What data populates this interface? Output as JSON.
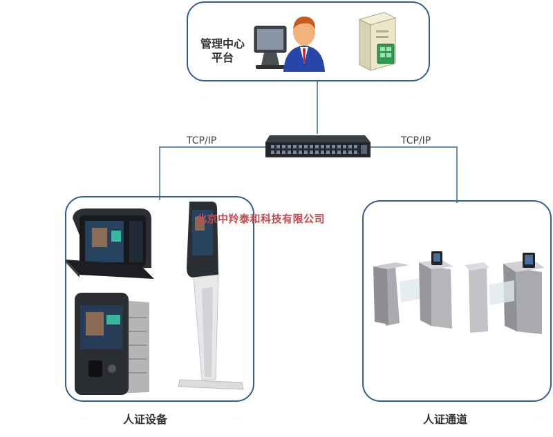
{
  "management": {
    "line1": "管理中心",
    "line2": "平台"
  },
  "links": {
    "left": "TCP/IP",
    "right": "TCP/IP"
  },
  "watermark": "北京中羚泰和科技有限公司",
  "groups": {
    "devices": "人证设备",
    "channel": "人证通道"
  },
  "icons": {
    "person": "user-at-computer-icon",
    "server": "database-server-icon",
    "switch": "network-switch-icon"
  },
  "colors": {
    "frame": "#2f5e8e",
    "link": "#6a8fb5",
    "watermark": "#c8484e"
  }
}
